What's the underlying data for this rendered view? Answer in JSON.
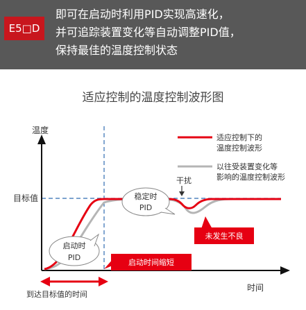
{
  "banner": {
    "badge": "E5□D",
    "lines": [
      "即可在启动时利用PID实现高速化，",
      "并可追踪装置变化等自动调整PID值，",
      "保持最佳的温度控制状态"
    ]
  },
  "figure": {
    "title": "适应控制的温度控制波形图",
    "y_label": "温度",
    "x_label": "时间",
    "target_label": "目标值",
    "legend_red": [
      "适应控制下的",
      "温度控制波形"
    ],
    "legend_gray": [
      "以往受装置变化等",
      "影响的温度控制波形"
    ],
    "disturbance_label": "干扰",
    "stable_bubble": [
      "稳定时",
      "PID"
    ],
    "startup_bubble": [
      "启动时",
      "PID"
    ],
    "note_no_failure": "未发生不良",
    "note_startup_shortened": "启动时间缩短",
    "reach_target_label": "到达目标值的时间",
    "colors": {
      "red": "#e60012",
      "gray": "#b5b5b5",
      "axis": "#111111",
      "dashed": "#2f6bb0",
      "banner": "#585858"
    }
  }
}
